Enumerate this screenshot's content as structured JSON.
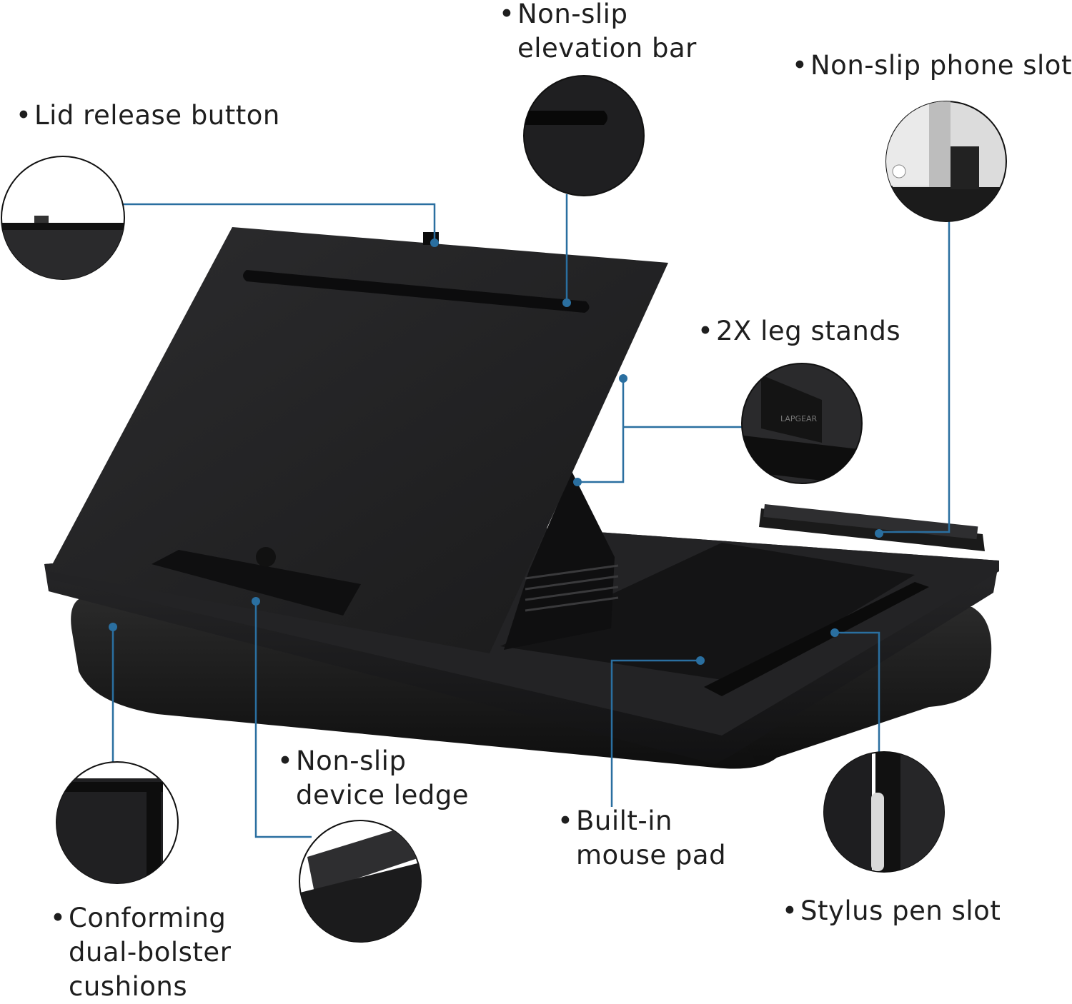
{
  "callouts": {
    "lid_release": {
      "lines": [
        "Lid release button"
      ]
    },
    "elevation_bar": {
      "lines": [
        "Non-slip",
        "elevation bar"
      ]
    },
    "phone_slot": {
      "lines": [
        "Non-slip phone slot"
      ]
    },
    "leg_stands": {
      "lines": [
        "2X leg stands"
      ]
    },
    "device_ledge": {
      "lines": [
        "Non-slip",
        "device ledge"
      ]
    },
    "mouse_pad": {
      "lines": [
        "Built-in",
        "mouse pad"
      ]
    },
    "stylus_slot": {
      "lines": [
        "Stylus pen slot"
      ]
    },
    "cushions": {
      "lines": [
        "Conforming",
        "dual-bolster",
        "cushions"
      ]
    }
  },
  "stand_brand_text": "LAPGEAR",
  "colors": {
    "leader": "#2a6fa0",
    "tray": "#1c1c1e",
    "surface": "#2a2a2c",
    "text": "#1e1e1e"
  },
  "bullet_glyph": "•"
}
